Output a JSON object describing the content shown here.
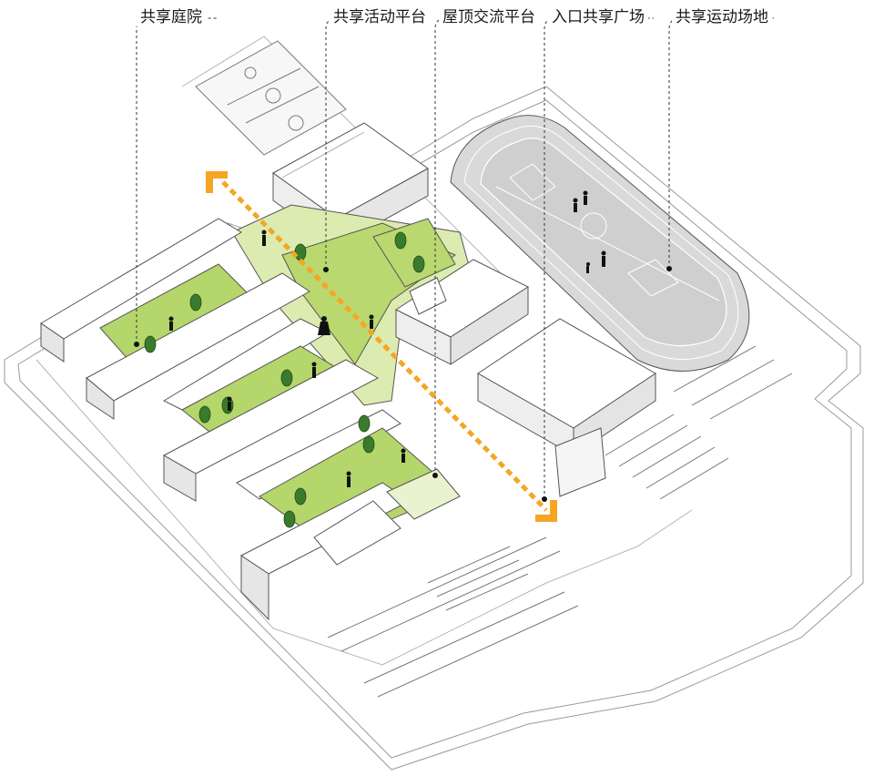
{
  "labels": {
    "shared_courtyard": "共享庭院",
    "shared_activity_platform": "共享活动平台",
    "roof_platform": "屋顶交流平台",
    "entrance_plaza": "入口共享广场",
    "shared_sports_field": "共享运动场地"
  },
  "colors": {
    "green": "#b5d66a",
    "light_green": "#dcebb0",
    "pale_green": "#eaf3cf",
    "axis_orange": "#f5a623",
    "track_gray": "#d6d6d6",
    "line": "#555555"
  }
}
